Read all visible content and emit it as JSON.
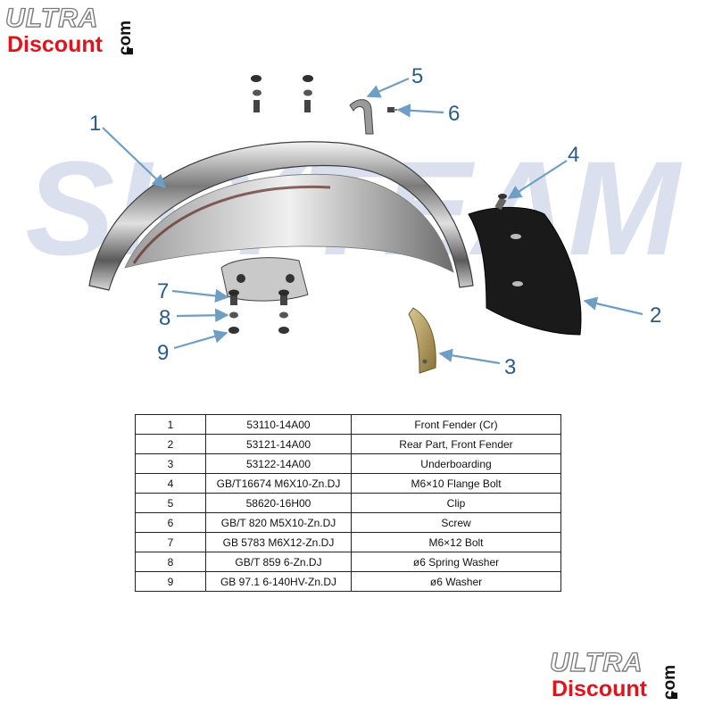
{
  "logo": {
    "ultra": "ULTRA",
    "discount": "Discount",
    "dotcom": "com"
  },
  "watermark": "SKYTEAM",
  "colors": {
    "callout": "#2a5d86",
    "logo_red": "#e3131b",
    "watermark": "#cfd6ea",
    "chrome_dark": "#4a4a4a",
    "chrome_light": "#e9e9e9",
    "mudflap": "#1a1a1a",
    "bracket": "#a08a4e"
  },
  "callouts": [
    "1",
    "2",
    "3",
    "4",
    "5",
    "6",
    "7",
    "8",
    "9"
  ],
  "parts": [
    {
      "no": "1",
      "code": "53110-14A00",
      "desc": "Front Fender (Cr)"
    },
    {
      "no": "2",
      "code": "53121-14A00",
      "desc": "Rear Part, Front Fender"
    },
    {
      "no": "3",
      "code": "53122-14A00",
      "desc": "Underboarding"
    },
    {
      "no": "4",
      "code": "GB/T16674 M6X10-Zn.DJ",
      "desc": "M6×10 Flange Bolt"
    },
    {
      "no": "5",
      "code": "58620-16H00",
      "desc": "Clip"
    },
    {
      "no": "6",
      "code": "GB/T 820 M5X10-Zn.DJ",
      "desc": "Screw"
    },
    {
      "no": "7",
      "code": "GB 5783 M6X12-Zn.DJ",
      "desc": "M6×12 Bolt"
    },
    {
      "no": "8",
      "code": "GB/T 859 6-Zn.DJ",
      "desc": "ø6 Spring Washer"
    },
    {
      "no": "9",
      "code": "GB 97.1 6-140HV-Zn.DJ",
      "desc": "ø6 Washer"
    }
  ]
}
